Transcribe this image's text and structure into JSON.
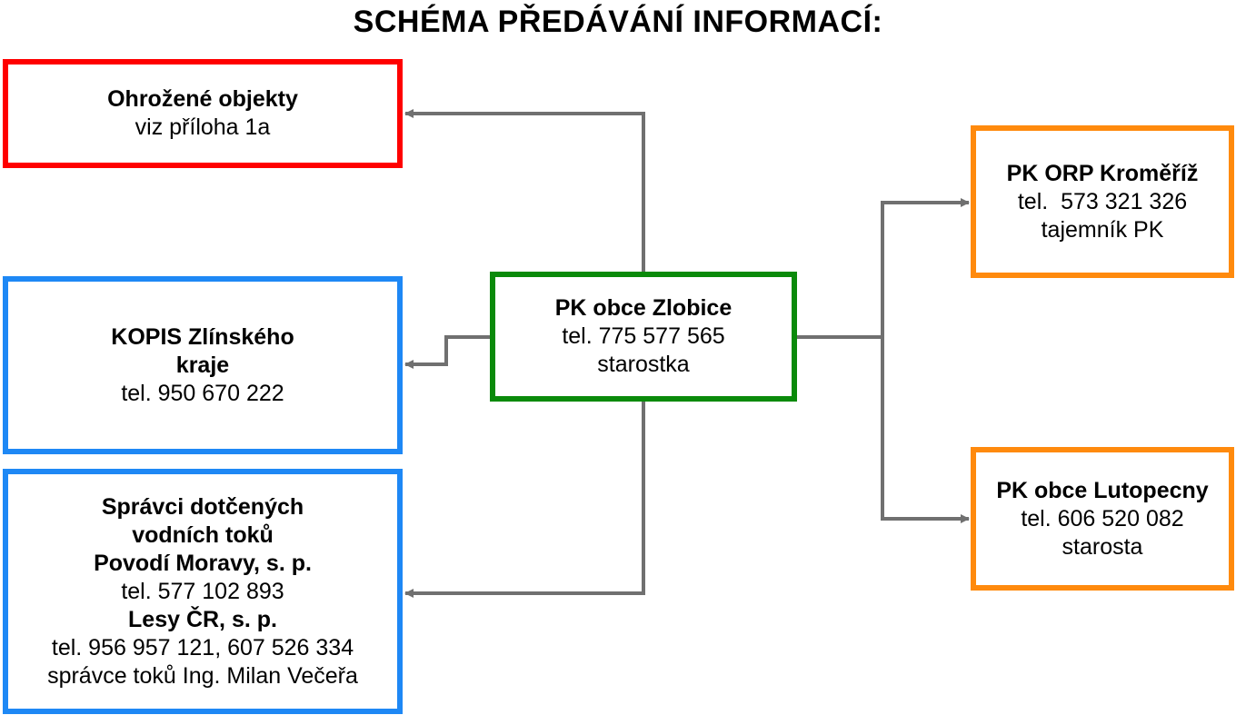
{
  "title": "SCHÉMA PŘEDÁVÁNÍ INFORMACÍ:",
  "colors": {
    "red_border": "#ff0000",
    "blue_border": "#1e88f5",
    "green_border": "#0a8a0a",
    "orange_border": "#ff8a0d",
    "connector": "#707070"
  },
  "boxes": {
    "threatened": {
      "name": "Ohrožené objekty",
      "note": "viz příloha 1a"
    },
    "kopis": {
      "name_line1": "KOPIS Zlínského",
      "name_line2": "kraje",
      "phone": "tel. 950 670 222"
    },
    "water": {
      "line1": "Správci dotčených",
      "line2": "vodních toků",
      "povodi": "Povodí Moravy, s. p.",
      "povodi_phone": "tel. 577 102 893",
      "lesy": "Lesy ČR, s. p.",
      "lesy_phone": "tel. 956 957 121, 607 526 334",
      "lesy_contact": "správce toků Ing. Milan Večeřa"
    },
    "center": {
      "name": "PK obce Zlobice",
      "phone": "tel. 775 577 565",
      "role": "starostka"
    },
    "orp": {
      "name": "PK ORP Kroměříž",
      "phone": "tel.  573 321 326",
      "role": "tajemník PK"
    },
    "lutopecny": {
      "name": "PK obce Lutopecny",
      "phone": "tel. 606 520 082",
      "role": "starosta"
    }
  }
}
